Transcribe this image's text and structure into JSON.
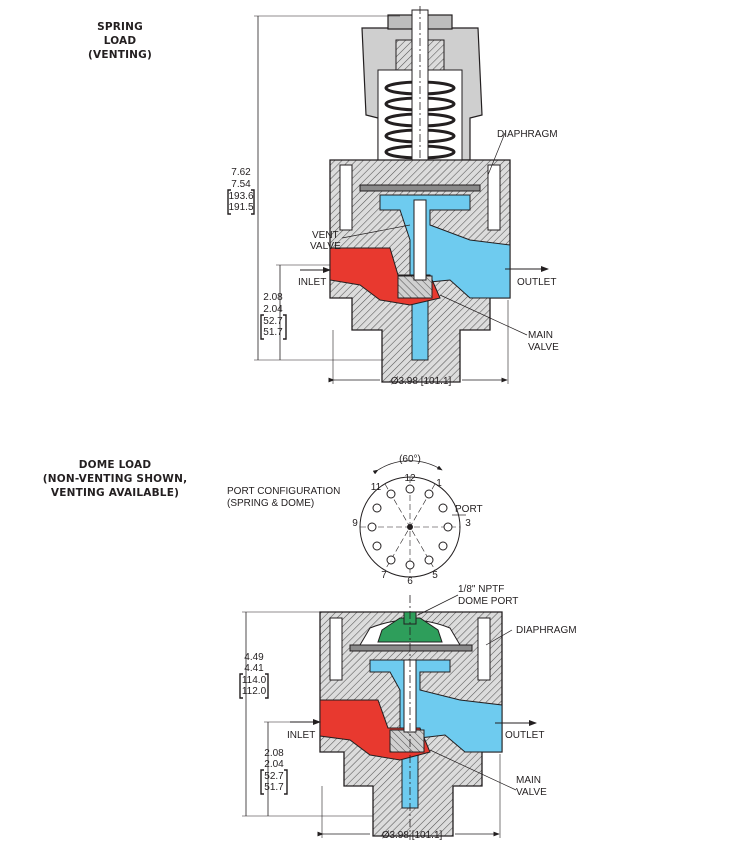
{
  "spring": {
    "title1": "SPRING LOAD",
    "title2": "(VENTING)",
    "height_dims": [
      "7.62",
      "7.54",
      "193.6",
      "191.5"
    ],
    "port_height_dims": [
      "2.08",
      "2.04",
      "52.7",
      "51.7"
    ],
    "labels": {
      "diaphragm": "DIAPHRAGM",
      "vent1": "VENT",
      "vent2": "VALVE",
      "inlet": "INLET",
      "outlet": "OUTLET",
      "main1": "MAIN",
      "main2": "VALVE"
    },
    "width_dim": "Ø3.98 [101.1]"
  },
  "dome": {
    "title1": "DOME LOAD",
    "title2": "(NON-VENTING SHOWN,",
    "title3": "VENTING AVAILABLE)",
    "height_dims": [
      "4.49",
      "4.41",
      "114.0",
      "112.0"
    ],
    "port_height_dims": [
      "2.08",
      "2.04",
      "52.7",
      "51.7"
    ],
    "labels": {
      "nptf1": "1/8\" NPTF",
      "nptf2": "DOME PORT",
      "diaphragm": "DIAPHRAGM",
      "inlet": "INLET",
      "outlet": "OUTLET",
      "main1": "MAIN",
      "main2": "VALVE"
    },
    "width_dim": "Ø3.98 [101.1]"
  },
  "port_config": {
    "title1": "PORT CONFIGURATION",
    "title2": "(SPRING & DOME)",
    "angle": "(60°)",
    "port_label": "PORT",
    "clock_positions": [
      "12",
      "1",
      "3",
      "5",
      "6",
      "7",
      "9",
      "11"
    ]
  },
  "colors": {
    "inlet": "#e8392f",
    "outlet": "#6ecbef",
    "dome": "#2e9e5b",
    "body_fill": "#d6d6d6",
    "ink": "#231f20"
  }
}
